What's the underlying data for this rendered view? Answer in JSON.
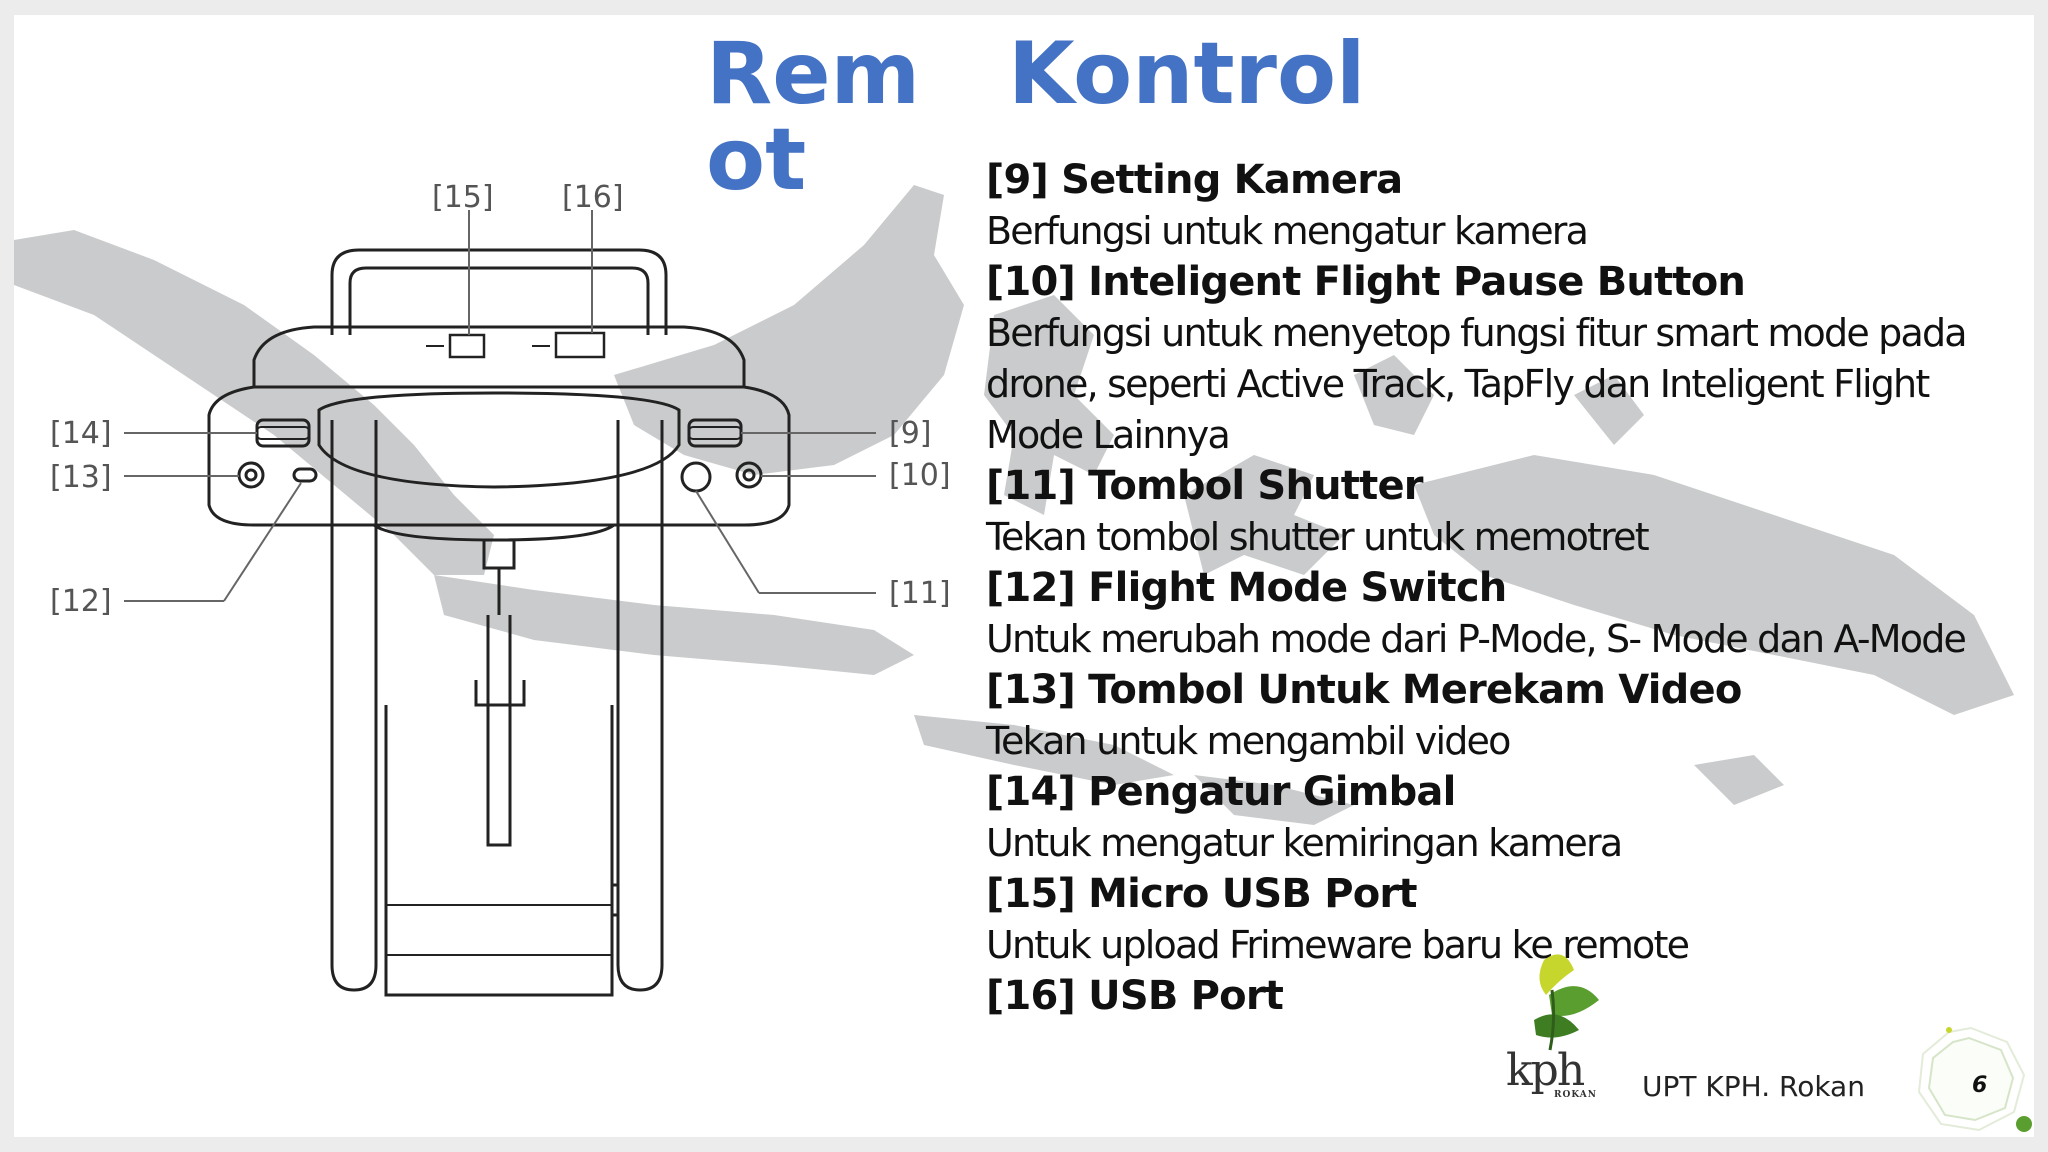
{
  "title": {
    "word1": "Remot",
    "word2": "Kontrol"
  },
  "diagram_labels": {
    "l15": "[15]",
    "l16": "[16]",
    "l14": "[14]",
    "l13": "[13]",
    "l12": "[12]",
    "l9": "[9]",
    "l10": "[10]",
    "l11": "[11]"
  },
  "items": [
    {
      "head": "[9] Setting Kamera",
      "desc": "Berfungsi untuk mengatur kamera"
    },
    {
      "head": "[10] Inteligent Flight Pause Button",
      "desc": "Berfungsi untuk menyetop fungsi fitur smart mode pada drone, seperti Active Track, TapFly dan Inteligent Flight Mode Lainnya"
    },
    {
      "head": "[11] Tombol Shutter",
      "desc": "Tekan tombol shutter untuk memotret"
    },
    {
      "head": "[12] Flight Mode Switch",
      "desc": "Untuk merubah mode dari P-Mode, S- Mode dan A-Mode"
    },
    {
      "head": "[13] Tombol Untuk Merekam Video",
      "desc": "Tekan untuk mengambil video"
    },
    {
      "head": "[14] Pengatur Gimbal",
      "desc": "Untuk mengatur kemiringan kamera"
    },
    {
      "head": "[15] Micro USB Port",
      "desc": "Untuk upload Frimeware baru ke remote"
    },
    {
      "head": "[16] USB Port",
      "desc": ""
    }
  ],
  "footer": {
    "org": "UPT KPH. Rokan",
    "page": "6",
    "logo_text": "kph",
    "logo_sub": "ROKAN"
  },
  "colors": {
    "title": "#4472c4",
    "map": "#c9cbcc",
    "leaf_green": "#5a9e2f",
    "leaf_yellow": "#c7d62c"
  }
}
